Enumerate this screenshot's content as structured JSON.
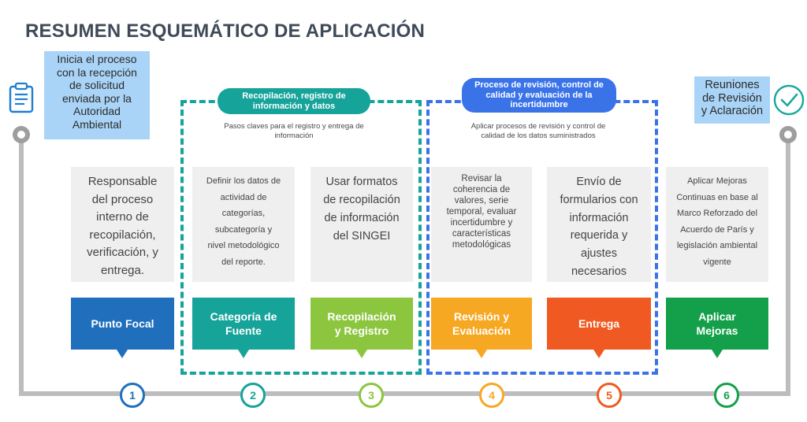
{
  "title": "RESUMEN ESQUEMÁTICO DE APLICACIÓN",
  "start_note": [
    "Inicia el proceso",
    "con la recepción",
    "de solicitud",
    "enviada por la",
    "Autoridad",
    "Ambiental"
  ],
  "end_note": [
    "Reuniones",
    "de Revisión",
    "y Aclaración"
  ],
  "groups": {
    "green": {
      "title": [
        "Recopilación, registro de",
        "información y datos"
      ],
      "caption": [
        "Pasos claves para el registro y entrega de",
        "información"
      ]
    },
    "blue": {
      "title": [
        "Proceso de revisión, control de",
        "calidad y evaluación de la",
        "incertidumbre"
      ],
      "caption": [
        "Aplicar procesos de revisión y control de",
        "calidad de los datos suministrados"
      ]
    }
  },
  "steps": [
    {
      "number": "1",
      "label": [
        "Punto Focal"
      ],
      "color": "#1f6fbd",
      "description": [
        "Responsable",
        "del proceso",
        "interno de",
        "recopilación,",
        "verificación, y",
        "entrega."
      ]
    },
    {
      "number": "2",
      "label": [
        "Categoría de",
        "Fuente"
      ],
      "color": "#16a39a",
      "description": [
        "Definir los datos de",
        "actividad de",
        "categorías,",
        "subcategoría y",
        "nivel metodológico",
        "del reporte."
      ]
    },
    {
      "number": "3",
      "label": [
        "Recopilación",
        "y Registro"
      ],
      "color": "#8cc63f",
      "description": [
        "Usar formatos",
        "de recopilación",
        "de información",
        "del SINGEI"
      ]
    },
    {
      "number": "4",
      "label": [
        "Revisión y",
        "Evaluación"
      ],
      "color": "#f7a823",
      "description": [
        "Revisar la",
        "coherencia de",
        "valores, serie",
        "temporal, evaluar",
        "incertidumbre y",
        "características",
        "metodológicas"
      ]
    },
    {
      "number": "5",
      "label": [
        "Entrega"
      ],
      "color": "#f05a22",
      "description": [
        "Envío de",
        "formularios con",
        "información",
        "requerida y",
        "ajustes",
        "necesarios"
      ]
    },
    {
      "number": "6",
      "label": [
        "Aplicar",
        "Mejoras"
      ],
      "color": "#14a04a",
      "description": [
        "Aplicar Mejoras",
        "Continuas en base al",
        "Marco Reforzado del",
        "Acuerdo de París y",
        "legislación ambiental",
        "vigente"
      ]
    }
  ],
  "icons": {
    "start": "clipboard-checklist-icon",
    "end": "check-circle-icon"
  },
  "colors": {
    "title": "#3f4a59",
    "note_bg": "#a9d4f7",
    "desc_bg": "#efefef",
    "timeline": "#bdbdbd"
  }
}
